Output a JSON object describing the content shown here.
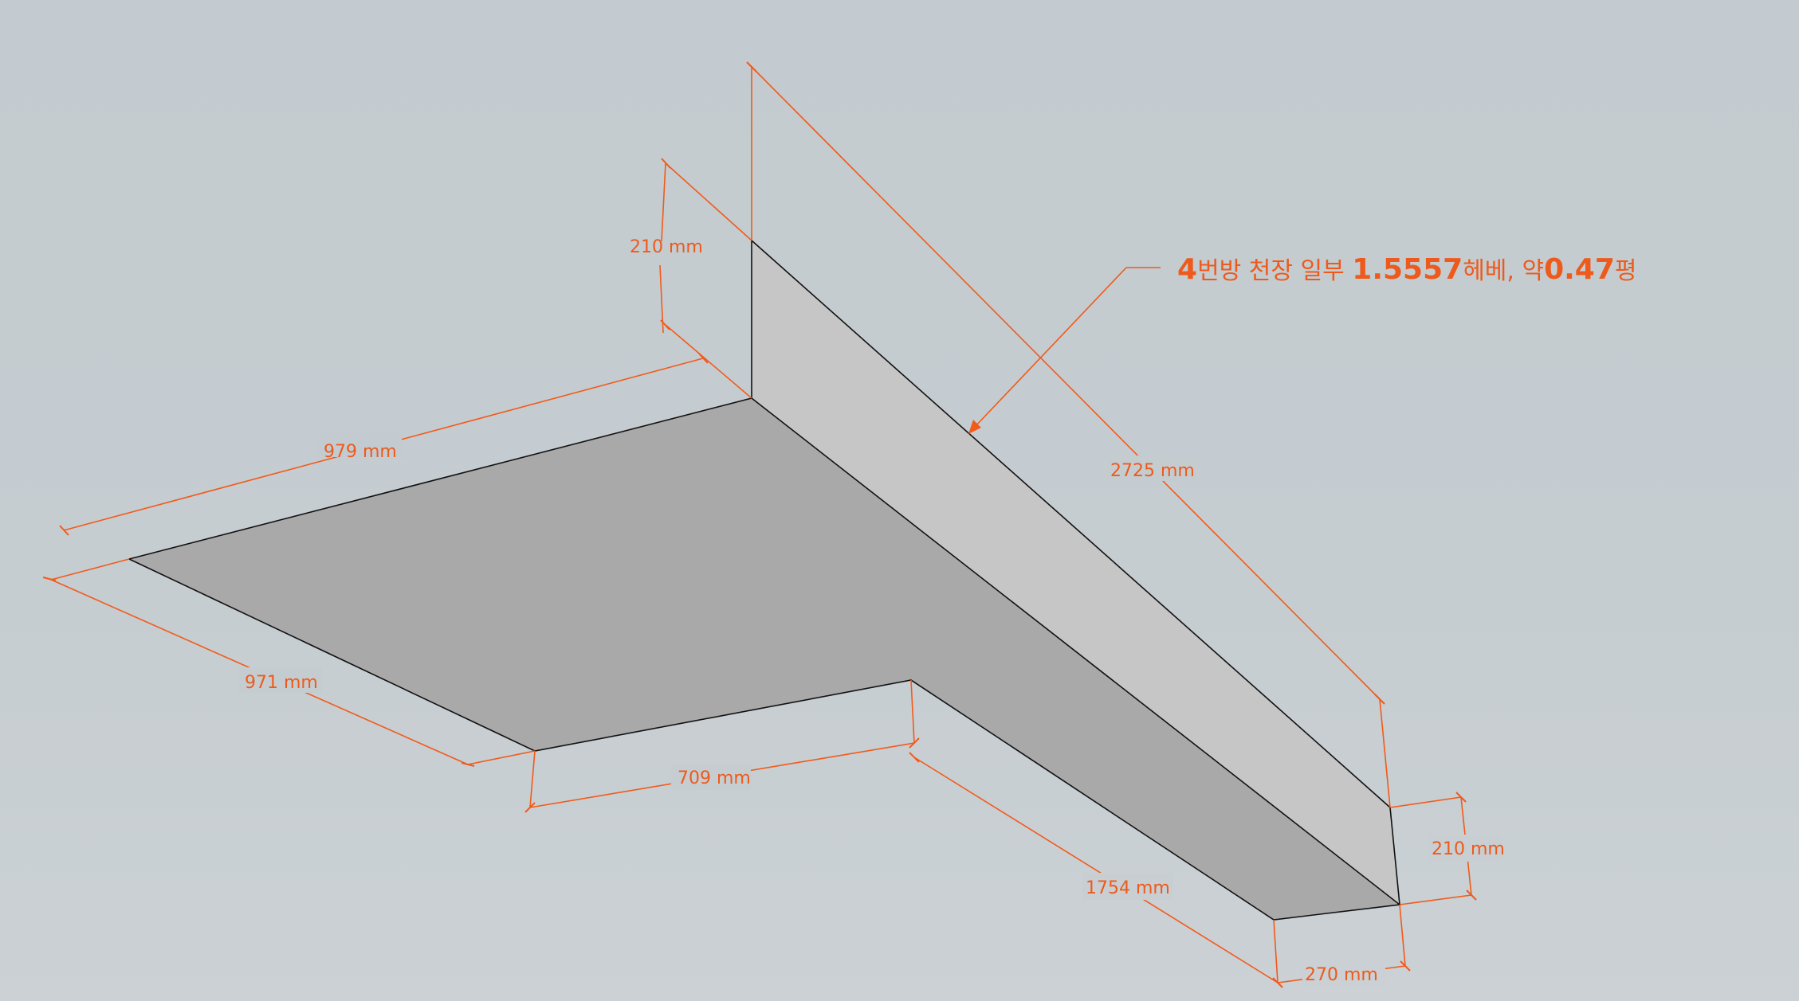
{
  "colors": {
    "dimension": "#f25a1a",
    "floor_face": "#a9a9a9",
    "wall_face": "#c6c6c6",
    "edge": "#111111",
    "background": "#c5ccd0"
  },
  "dimensions": {
    "top_height": "210 mm",
    "top_width": "979 mm",
    "left_depth": "971 mm",
    "mid_width": "709 mm",
    "long_length": "2725 mm",
    "lower_length": "1754 mm",
    "right_height": "210 mm",
    "end_width": "270 mm"
  },
  "callout": {
    "part_bold_1": "4",
    "part_1": "번방 천장 일부 ",
    "part_bold_2": "1.5557",
    "part_2": "헤베, 약",
    "part_bold_3": "0.47",
    "part_3": "평"
  }
}
